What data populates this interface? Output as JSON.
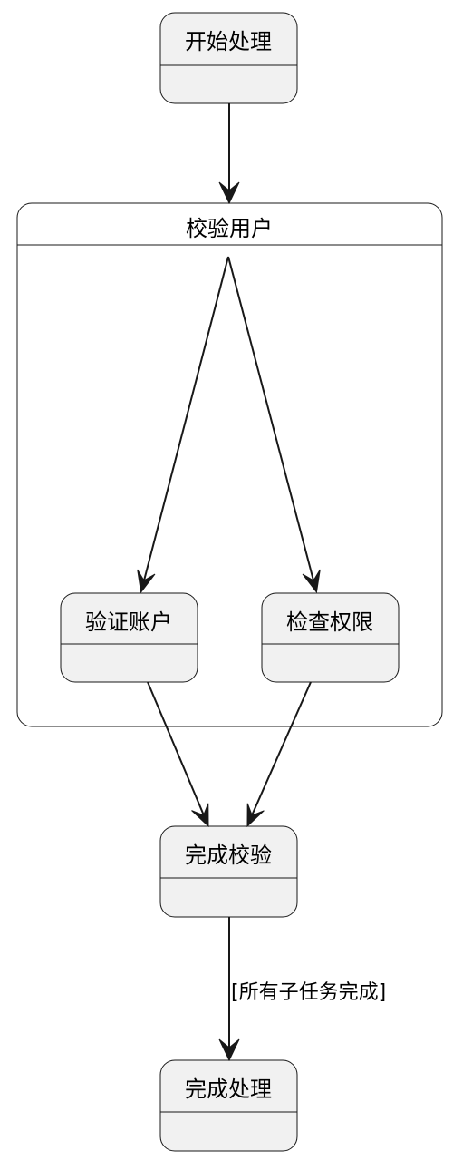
{
  "diagram": {
    "states": {
      "start": "开始处理",
      "group": "校验用户",
      "verify_account": "验证账户",
      "check_permission": "检查权限",
      "complete_check": "完成校验",
      "complete_process": "完成处理"
    },
    "transitions": {
      "guard_all_done": "[所有子任务完成]"
    },
    "colors": {
      "state_fill": "#f1f1f1",
      "stroke": "#181818",
      "background": "#ffffff"
    }
  }
}
